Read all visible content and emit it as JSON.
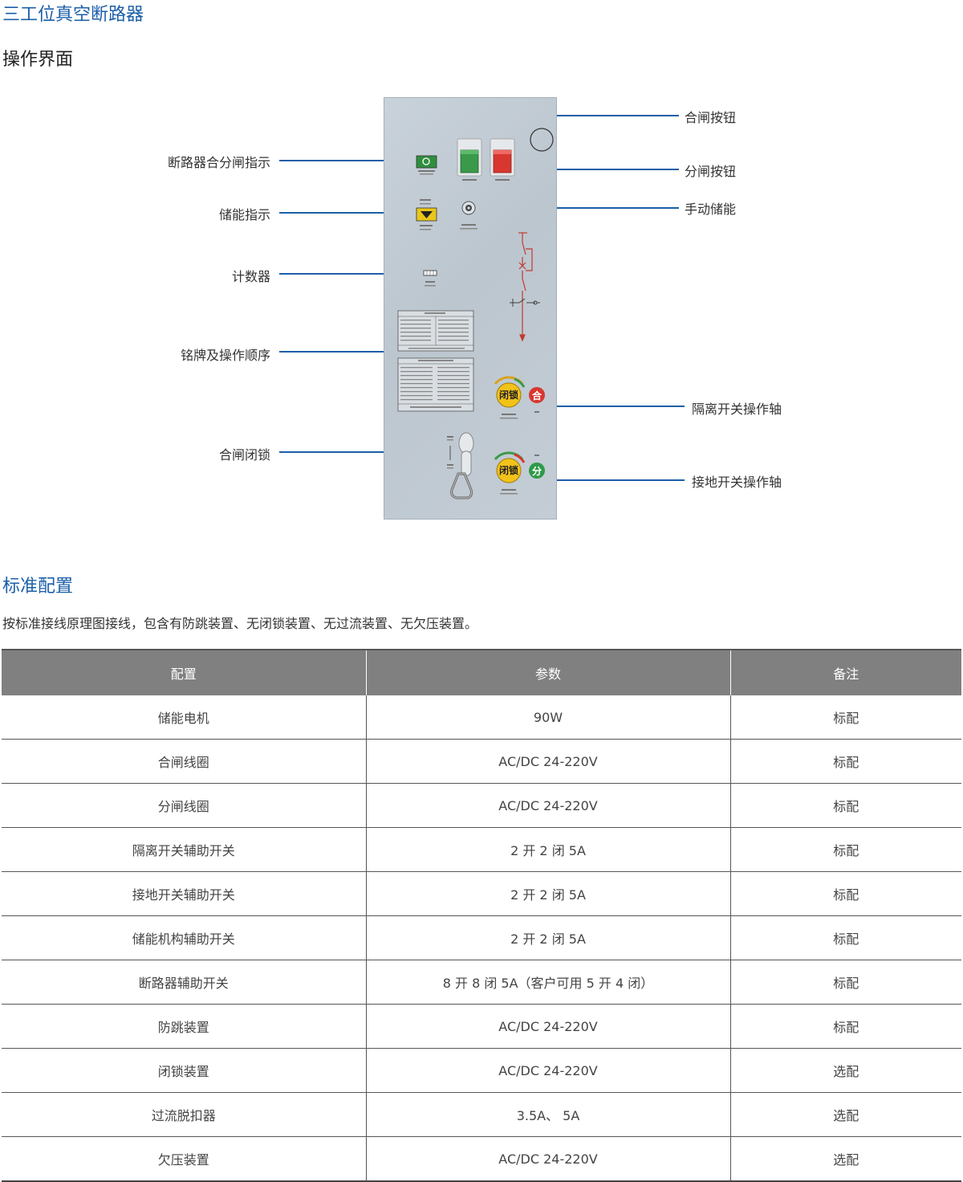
{
  "page": {
    "title": "三工位真空断路器",
    "subtitle": "操作界面"
  },
  "panel_labels": {
    "left": {
      "breaker_indicator": "断路器合分闸指示",
      "energy_indicator": "储能指示",
      "counter": "计数器",
      "nameplate": "铭牌及操作顺序",
      "closing_lock": "合闸闭锁"
    },
    "right": {
      "close_button": "合闸按钮",
      "open_button": "分闸按钮",
      "manual_charge": "手动储能",
      "isolator_shaft": "隔离开关操作轴",
      "earth_shaft": "接地开关操作轴"
    }
  },
  "panel": {
    "lock_label": "闭锁",
    "close_mark": "合",
    "open_mark": "分"
  },
  "section": {
    "title": "标准配置",
    "description": "按标准接线原理图接线，包含有防跳装置、无闭锁装置、无过流装置、无欠压装置。"
  },
  "table": {
    "headers": [
      "配置",
      "参数",
      "备注"
    ],
    "rows": [
      [
        "储能电机",
        "90W",
        "标配"
      ],
      [
        "合闸线圈",
        "AC/DC 24-220V",
        "标配"
      ],
      [
        "分闸线圈",
        "AC/DC 24-220V",
        "标配"
      ],
      [
        "隔离开关辅助开关",
        "2 开 2 闭  5A",
        "标配"
      ],
      [
        "接地开关辅助开关",
        "2 开 2 闭  5A",
        "标配"
      ],
      [
        "储能机构辅助开关",
        "2 开 2 闭  5A",
        "标配"
      ],
      [
        "断路器辅助开关",
        "8 开 8 闭 5A（客户可用 5 开 4 闭）",
        "标配"
      ],
      [
        "防跳装置",
        "AC/DC 24-220V",
        "标配"
      ],
      [
        "闭锁装置",
        "AC/DC 24-220V",
        "选配"
      ],
      [
        "过流脱扣器",
        "3.5A、 5A",
        "选配"
      ],
      [
        "欠压装置",
        "AC/DC 24-220V",
        "选配"
      ]
    ]
  },
  "colors": {
    "title_blue": "#1c5fa8",
    "leader_blue": "#1c5fa8",
    "header_gray": "#808080",
    "green_button": "#3a9a4a",
    "red_button": "#d8372f",
    "yellow_knob": "#f2c21a"
  }
}
